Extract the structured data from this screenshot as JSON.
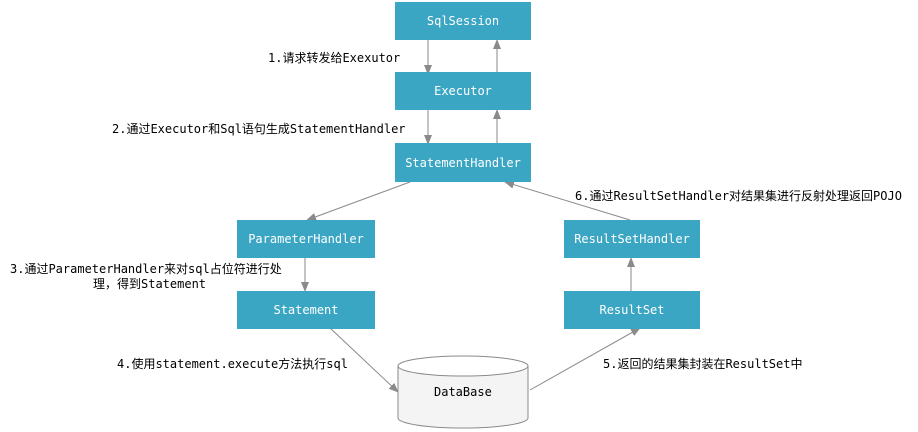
{
  "nodes": {
    "sqlsession": "SqlSession",
    "executor": "Executor",
    "statementhandler": "StatementHandler",
    "parameterhandler": "ParameterHandler",
    "resultsethandler": "ResultSetHandler",
    "statement": "Statement",
    "resultset": "ResultSet",
    "database": "DataBase"
  },
  "steps": {
    "s1": "1.请求转发给Exexutor",
    "s2": "2.通过Executor和Sql语句生成StatementHandler",
    "s3_line1": "3.通过ParameterHandler来对sql占位符进行处",
    "s3_line2": "理，得到Statement",
    "s4": "4.使用statement.execute方法执行sql",
    "s5": "5.返回的结果集封装在ResultSet中",
    "s6": "6.通过ResultSetHandler对结果集进行反射处理返回POJO"
  },
  "colors": {
    "box": "#3aa6c4",
    "box_text": "#ffffff",
    "edge": "#8a8a8a"
  }
}
